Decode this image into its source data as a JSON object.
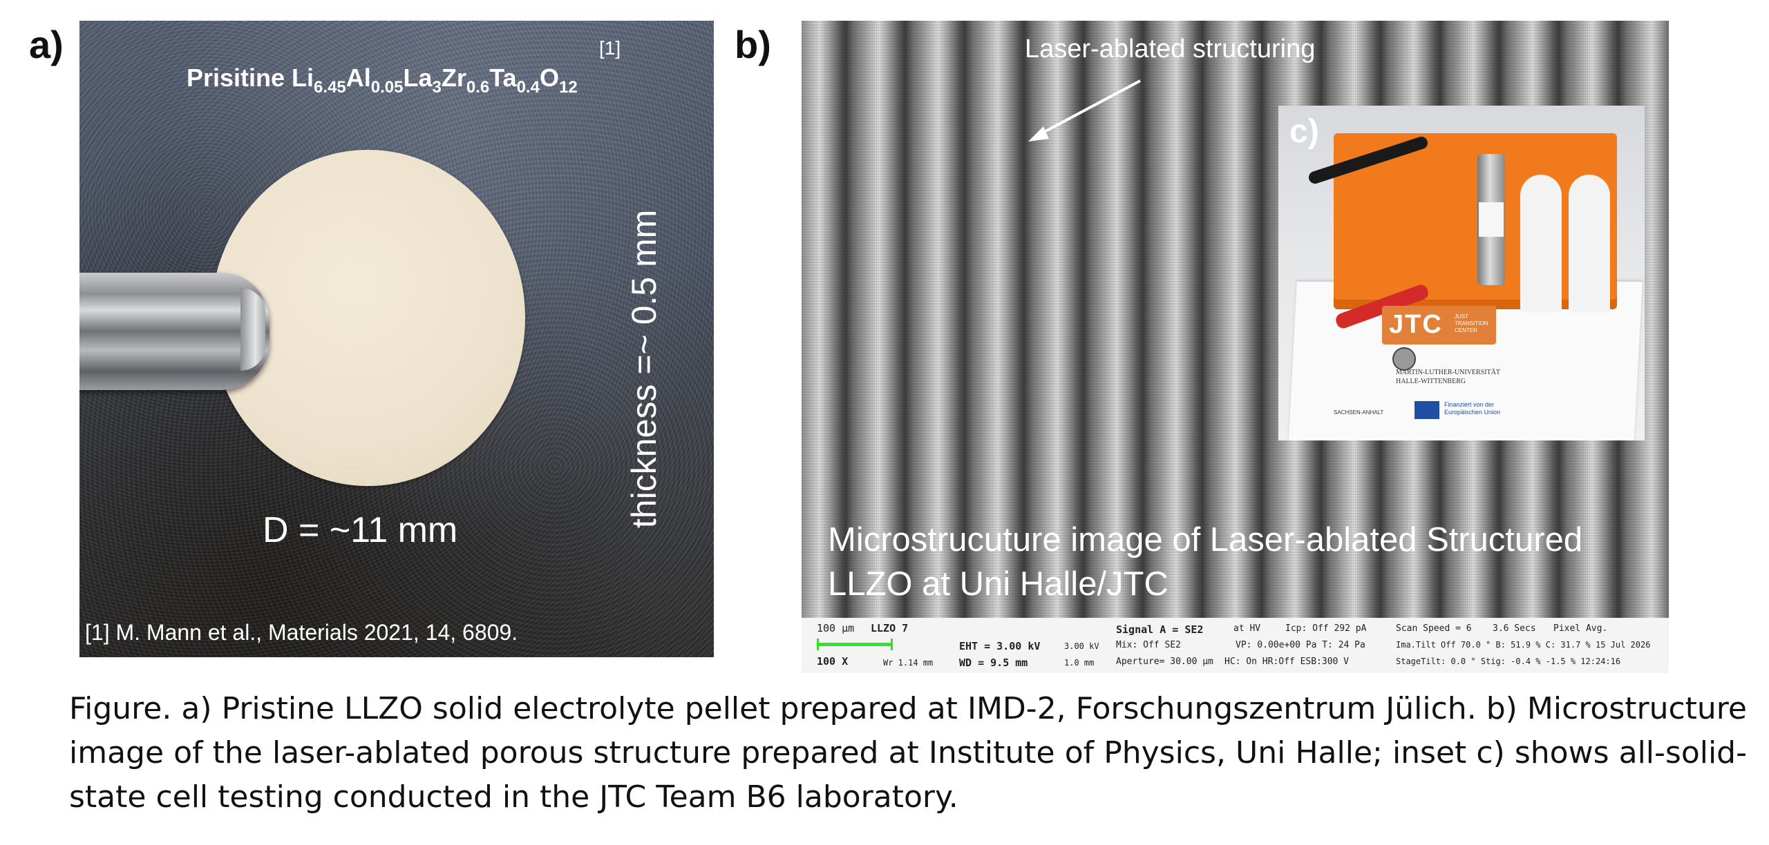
{
  "panel_a": {
    "label": "a)",
    "title_parts": [
      {
        "t": "Prisitine Li",
        "sub": false
      },
      {
        "t": "6.45",
        "sub": true
      },
      {
        "t": "Al",
        "sub": false
      },
      {
        "t": "0.05",
        "sub": true
      },
      {
        "t": "La",
        "sub": false
      },
      {
        "t": "3",
        "sub": true
      },
      {
        "t": "Zr",
        "sub": false
      },
      {
        "t": "0.6",
        "sub": true
      },
      {
        "t": "Ta",
        "sub": false
      },
      {
        "t": "0.4",
        "sub": true
      },
      {
        "t": "O",
        "sub": false
      },
      {
        "t": "12",
        "sub": true
      }
    ],
    "ref_marker": "[1]",
    "diameter": "D = ~11 mm",
    "thickness": "thickness =~ 0.5 mm",
    "citation": "[1] M. Mann et al., Materials 2021, 14, 6809."
  },
  "panel_b": {
    "label": "b)",
    "annotation": "Laser-ablated structuring",
    "caption": "Microstrucuture image of Laser-ablated Structured LLZO at Uni Halle/JTC",
    "sem_info": {
      "scale": "100 µm",
      "sample": "LLZO 7",
      "mag": "100 X",
      "wd_small": "Wr 1.14 mm",
      "eht": "EHT = 3.00 kV",
      "eht_small": "3.00 kV",
      "wd": "WD = 9.5 mm",
      "wd2": "1.0 mm",
      "signal": "Signal A = SE2",
      "mix": "Mix: Off SE2",
      "aperture": "Aperture= 30.00 µm",
      "at_hv": "at HV",
      "icp": "Icp: Off 292 pA",
      "vp": "VP: 0.00e+00 Pa T: 24 Pa",
      "hc": "HC: On HR:Off ESB:300 V",
      "scan_speed": "Scan Speed = 6",
      "secs": "3.6 Secs",
      "pixel": "Pixel Avg.",
      "tilt": "Ima.Tilt Off 70.0 ° B: 51.9 % C: 31.7 % 15 Jul 2026",
      "stage": "StageTilt: 0.0 ° Stig: -0.4 % -1.5 % 12:24:16"
    }
  },
  "panel_c": {
    "label": "c)",
    "jtc": "JTC",
    "jtc_small": [
      "JUST",
      "TRANSITION",
      "CENTER"
    ],
    "university": [
      "MARTIN-LUTHER-UNIVERSITÄT",
      "HALLE-WITTENBERG"
    ],
    "sachsen": "SACHSEN-ANHALT",
    "eu": [
      "Finanziert von der",
      "Europäischen Union"
    ]
  },
  "figure_caption": "Figure. a) Pristine LLZO solid electrolyte pellet prepared at IMD-2, Forschungszentrum Jülich. b) Microstructure image of the laser-ablated porous structure prepared at Institute of Physics, Uni Halle; inset c) shows all-solid-state cell testing conducted in the JTC Team B6 laboratory."
}
